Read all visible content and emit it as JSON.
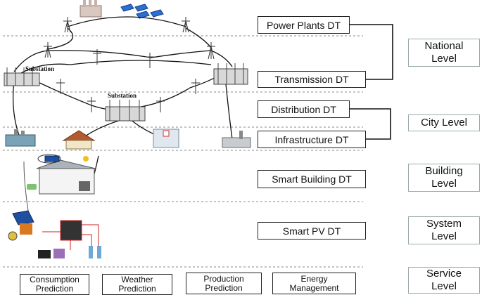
{
  "digital_twins": {
    "power_plants": "Power Plants DT",
    "transmission": "Transmission DT",
    "distribution": "Distribution DT",
    "infrastructure": "Infrastructure DT",
    "smart_building": "Smart Building DT",
    "smart_pv": "Smart PV DT"
  },
  "levels": {
    "national": [
      "National",
      "Level"
    ],
    "city": [
      "City Level"
    ],
    "building": [
      "Building",
      "Level"
    ],
    "system": [
      "System",
      "Level"
    ],
    "service": [
      "Service",
      "Level"
    ]
  },
  "services": {
    "consumption": [
      "Consumption",
      "Prediction"
    ],
    "weather": [
      "Weather",
      "Prediction"
    ],
    "production": [
      "Production",
      "Prediction"
    ],
    "energy": [
      "Energy",
      "Management"
    ]
  },
  "labels": {
    "substation_left": "Substation",
    "substation_center": "Substation"
  },
  "colors": {
    "border": "#222222",
    "dashed_line": "#888888",
    "level_border": "#99aaaa"
  }
}
